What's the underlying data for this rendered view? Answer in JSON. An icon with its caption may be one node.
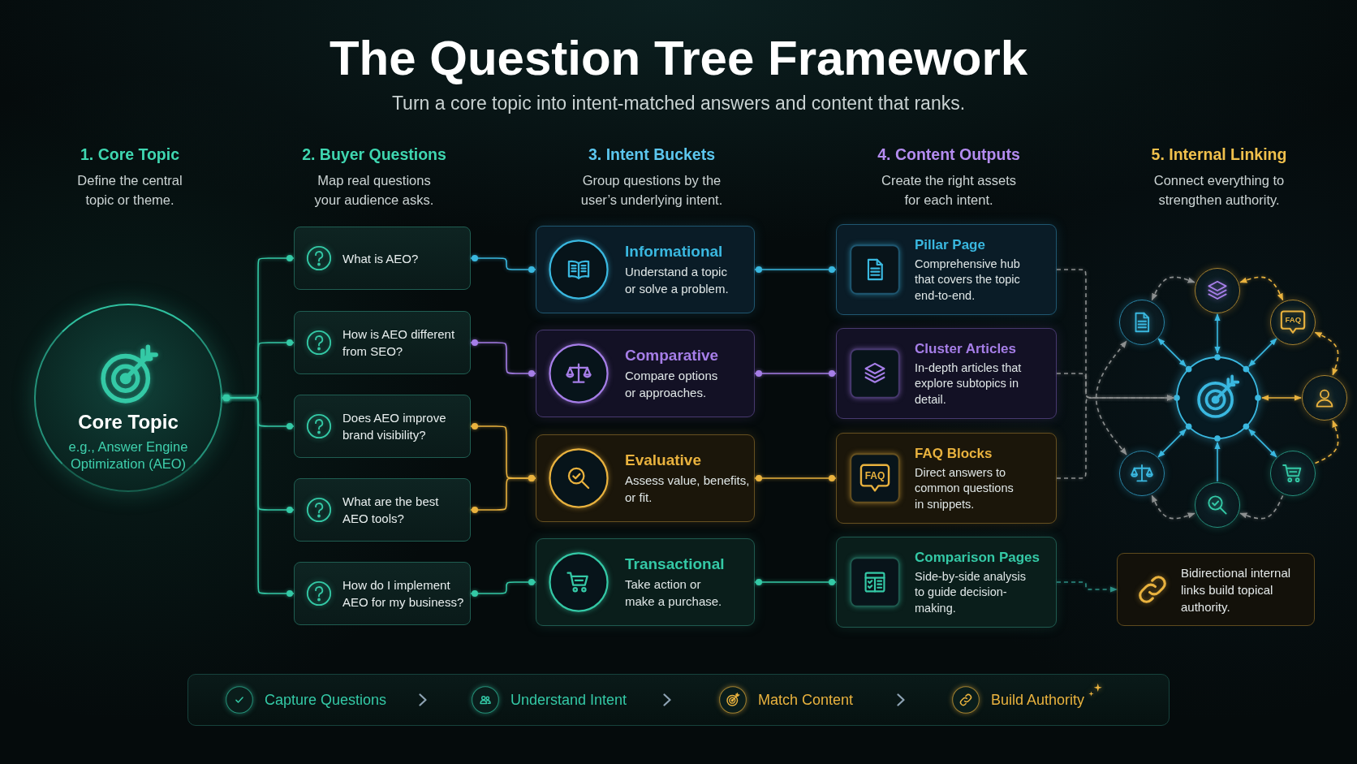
{
  "diagram": {
    "title": "The Question Tree Framework",
    "nodes": [
      {
        "text": [
          "Core Topic",
          "e.g., Answer Engine Optimization (AEO)"
        ]
      },
      {
        "text": [
          "What is AEO?"
        ]
      },
      {
        "text": [
          "How is AEO different from SEO?"
        ]
      },
      {
        "text": [
          "Does AEO improve brand visibility?"
        ]
      },
      {
        "text": [
          "What are the best AEO tools?"
        ]
      },
      {
        "text": [
          "How do I implement AEO for my business?"
        ]
      },
      {
        "text": [
          "Informational",
          "Understand a topic or solve a problem."
        ]
      },
      {
        "text": [
          "Comparative",
          "Compare options or approaches."
        ]
      },
      {
        "text": [
          "Evaluative",
          "Assess value, benefits, or fit."
        ]
      },
      {
        "text": [
          "Transactional",
          "Take action or make a purchase."
        ]
      },
      {
        "text": [
          "Pillar Page",
          "Comprehensive hub that covers the topic end-to-end."
        ]
      },
      {
        "text": [
          "Cluster Articles",
          "In-depth articles that explore subtopics in detail."
        ]
      },
      {
        "text": [
          "FAQ",
          "FAQ Blocks",
          "Direct answers to common questions in snippets."
        ]
      },
      {
        "text": [
          "Comparison Pages",
          "Side-by-side analysis to guide decision-making."
        ]
      },
      {
        "text": [],
        "shape": "circle"
      },
      {
        "text": [],
        "shape": "circle"
      },
      {
        "text": [],
        "shape": "circle"
      },
      {
        "text": [
          "FAQ"
        ]
      },
      {
        "text": [],
        "shape": "circle"
      },
      {
        "text": [],
        "shape": "circle"
      },
      {
        "text": [],
        "shape": "circle"
      },
      {
        "text": [],
        "shape": "circle"
      },
      {
        "text": [
          "Bidirectional internal links build topical authority."
        ]
      }
    ],
    "edges": [
      {
        "from": 0,
        "to": 1,
        "arrow": "other",
        "color": "#34c9a6"
      },
      {
        "from": 0,
        "to": 2,
        "arrow": "other",
        "color": "#34c9a6"
      },
      {
        "from": 0,
        "to": 3,
        "arrow": "other",
        "color": "#34c9a6"
      },
      {
        "from": 0,
        "to": 4,
        "arrow": "other",
        "color": "#34c9a6"
      },
      {
        "from": 0,
        "to": 5,
        "arrow": "other",
        "color": "#34c9a6"
      },
      {
        "from": 1,
        "to": 6,
        "arrow": "other"
      },
      {
        "from": 2,
        "to": 7,
        "arrow": "other",
        "color": "#a67ee8"
      },
      {
        "from": 3,
        "to": 8,
        "arrow": "other",
        "color": "#e9b23e"
      },
      {
        "from": 4,
        "to": 8,
        "arrow": "other",
        "color": "#e9b23e"
      },
      {
        "from": 5,
        "to": 9,
        "arrow": "other",
        "color": "#34c9a6"
      },
      {
        "from": 6,
        "to": 10,
        "arrow": "other"
      },
      {
        "from": 7,
        "to": 11,
        "arrow": "other",
        "color": "#a67ee8"
      },
      {
        "from": 8,
        "to": 12,
        "arrow": "other",
        "color": "#e9b23e"
      },
      {
        "from": 9,
        "to": 13,
        "arrow": "other",
        "color": "#34c9a6"
      },
      {
        "from": 10,
        "to": 14,
        "arrow": "to",
        "style": "dashed",
        "color": "#8d9090"
      },
      {
        "from": 11,
        "to": 14,
        "arrow": "to",
        "style": "dashed",
        "color": "#8d9090"
      },
      {
        "from": 12,
        "to": 14,
        "arrow": "to",
        "style": "dashed",
        "color": "#8d9090"
      },
      {
        "from": 13,
        "to": 22,
        "arrow": "to",
        "style": "dashed",
        "color": "#2c8f85"
      },
      {
        "from": 14,
        "to": 16,
        "arrow": "both"
      },
      {
        "from": 14,
        "to": 15,
        "arrow": "both"
      },
      {
        "from": 14,
        "to": 17,
        "arrow": "both"
      },
      {
        "from": 14,
        "to": 18,
        "arrow": "both",
        "color": "#e9b23e"
      },
      {
        "from": 14,
        "to": 20,
        "arrow": "both"
      },
      {
        "from": 21,
        "to": 14,
        "arrow": "to"
      },
      {
        "from": 14,
        "to": 19,
        "arrow": "both"
      },
      {
        "from": 16,
        "to": 15,
        "arrow": "both",
        "style": "dashed",
        "color": "#8d9090"
      },
      {
        "from": 15,
        "to": 17,
        "arrow": "both",
        "style": "dashed",
        "color": "#e9b23e"
      },
      {
        "from": 17,
        "to": 18,
        "arrow": "both",
        "style": "dashed",
        "color": "#e9b23e"
      },
      {
        "from": 20,
        "to": 18,
        "arrow": "to",
        "style": "dashed",
        "color": "#e9b23e"
      },
      {
        "from": 20,
        "to": 21,
        "arrow": "to",
        "style": "dashed",
        "color": "#8d9090"
      },
      {
        "from": 21,
        "to": 19,
        "arrow": "both",
        "style": "dashed",
        "color": "#8d9090"
      },
      {
        "from": 19,
        "to": 16,
        "arrow": "both",
        "style": "dashed",
        "color": "#8d9090"
      }
    ],
    "labels": [
      "Turn a core topic into intent-matched answers and content that ranks.",
      "1. Core Topic",
      "Define the central topic or theme.",
      "2. Buyer Questions",
      "Map real questions your audience asks.",
      "3. Intent Buckets",
      "Group questions by the user’s underlying intent.",
      "4. Content Outputs",
      "Create the right assets for each intent.",
      "5. Internal Linking",
      "Connect everything to strengthen authority.",
      "Capture Questions",
      "Understand Intent",
      "Match Content",
      "Build Authority"
    ]
  }
}
